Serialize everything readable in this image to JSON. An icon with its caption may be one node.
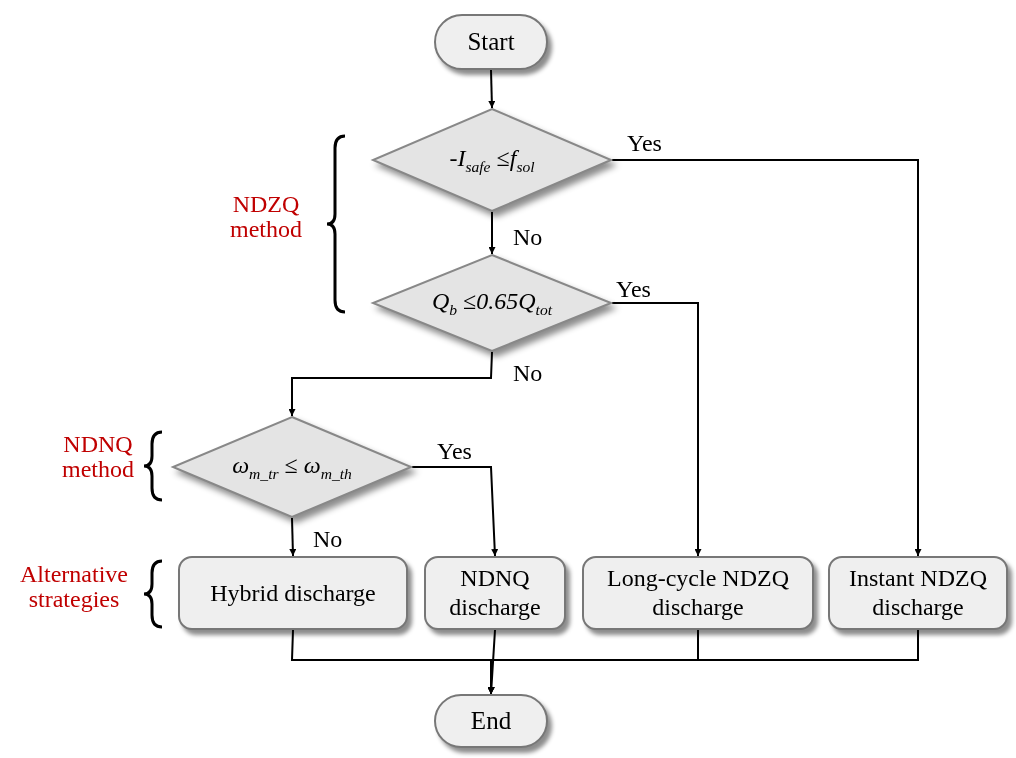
{
  "diagram": {
    "nodes": [
      {
        "text": [
          "Start"
        ]
      },
      {
        "text": [
          "-*I*$_{safe}$ ≤*f*$_{sol}$"
        ]
      },
      {
        "text": [
          "*Q*$_{b}$ ≤*0.65Q*$_{tot}$"
        ]
      },
      {
        "text": [
          "*ω*$_{m_tr}$ ≤ *ω*$_{m_th}$"
        ]
      },
      {
        "text": [
          "Hybrid discharge"
        ]
      },
      {
        "text": [
          "NDNQ discharge"
        ]
      },
      {
        "text": [
          "Long-cycle NDZQ discharge"
        ]
      },
      {
        "text": [
          "Instant NDZQ discharge"
        ]
      },
      {
        "text": [
          "End"
        ]
      }
    ],
    "edges": [
      {
        "from": 0,
        "to": 1,
        "arrow": "to"
      },
      {
        "from": 1,
        "to": 7,
        "arrow": "to",
        "label": "Yes"
      },
      {
        "from": 1,
        "to": 2,
        "arrow": "to",
        "label": "No"
      },
      {
        "from": 2,
        "to": 6,
        "arrow": "to",
        "label": "Yes"
      },
      {
        "from": 2,
        "to": 3,
        "arrow": "to",
        "label": "No"
      },
      {
        "from": 3,
        "to": 5,
        "arrow": "to",
        "label": "Yes"
      },
      {
        "from": 3,
        "to": 4,
        "arrow": "to",
        "label": "No"
      },
      {
        "from": 4,
        "to": 8,
        "arrow": "to"
      },
      {
        "from": 5,
        "to": 8,
        "arrow": "to"
      },
      {
        "from": 6,
        "to": 8,
        "arrow": "to"
      },
      {
        "from": 7,
        "to": 8,
        "arrow": "to"
      }
    ],
    "labels": [
      "NDZQ method",
      "NDNQ method",
      "Alternative strategies"
    ]
  }
}
